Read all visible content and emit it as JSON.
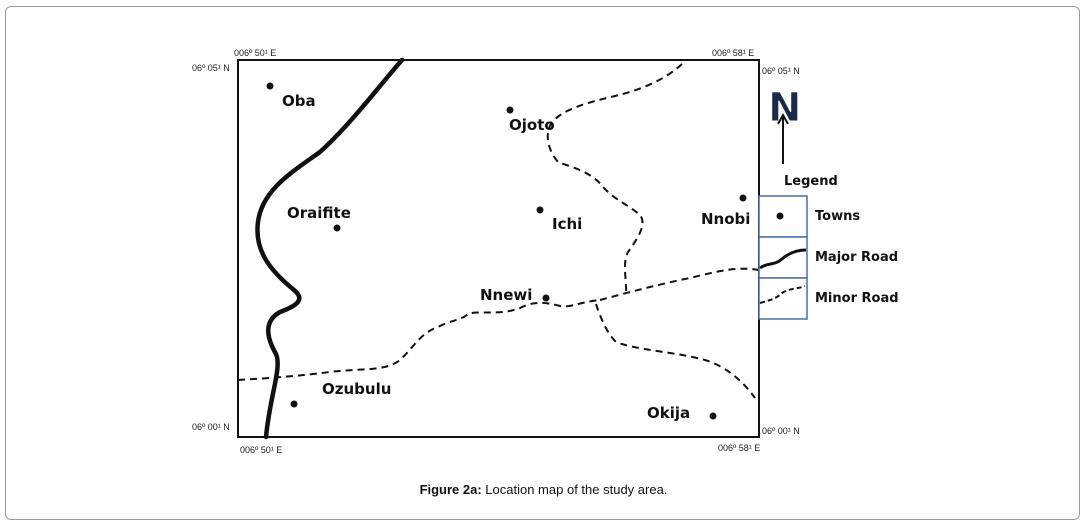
{
  "map": {
    "coords": {
      "top_left_lon": "006º 50¹ E",
      "top_right_lon": "006º 58¹ E",
      "top_left_lat": "06º 05¹ N",
      "top_right_lat": "06º 05¹ N",
      "bottom_left_lat": "06º 00¹ N",
      "bottom_right_lat": "06º 00¹ N",
      "bottom_left_lon": "006º 50¹ E",
      "bottom_right_lon": "006º 58¹ E"
    },
    "towns": {
      "oba": "Oba",
      "ojoto": "Ojoto",
      "oraifite": "Oraifite",
      "ichi": "Ichi",
      "nnobi": "Nnobi",
      "nnewi": "Nnewi",
      "ozubulu": "Ozubulu",
      "okija": "Okija"
    },
    "north_label": "N",
    "legend": {
      "title": "Legend",
      "towns": "Towns",
      "major_road": "Major Road",
      "minor_road": "Minor Road"
    },
    "colors": {
      "frame": "#111111",
      "legend_border": "#4a6fa5",
      "north_arrow": "#1a2a4a"
    }
  },
  "caption": {
    "label": "Figure 2a:",
    "text": " Location map of the study area."
  }
}
